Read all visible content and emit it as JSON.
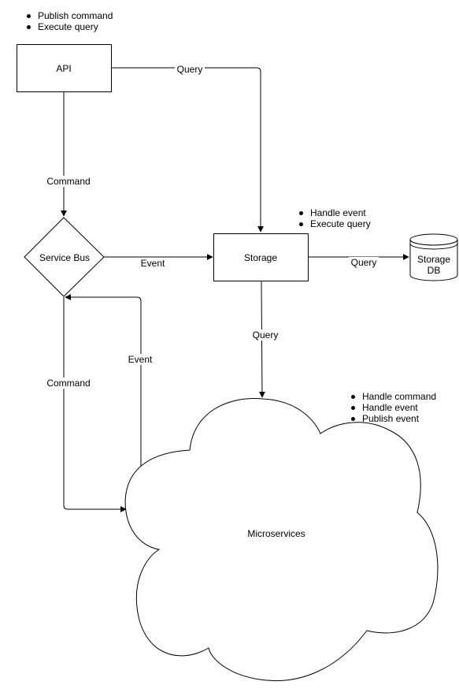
{
  "nodes": {
    "api": "API",
    "service_bus": "Service Bus",
    "storage": "Storage",
    "storage_db_line1": "Storage",
    "storage_db_line2": "DB",
    "microservices": "Microservices"
  },
  "edges": {
    "api_storage": "Query",
    "api_bus": "Command",
    "bus_storage": "Event",
    "storage_db": "Query",
    "storage_ms": "Query",
    "ms_bus": "Event",
    "bus_ms": "Command"
  },
  "notes": {
    "api": [
      "Publish command",
      "Execute query"
    ],
    "storage": [
      "Handle event",
      "Execute query"
    ],
    "microservices": [
      "Handle command",
      "Handle event",
      "Publish event"
    ]
  }
}
